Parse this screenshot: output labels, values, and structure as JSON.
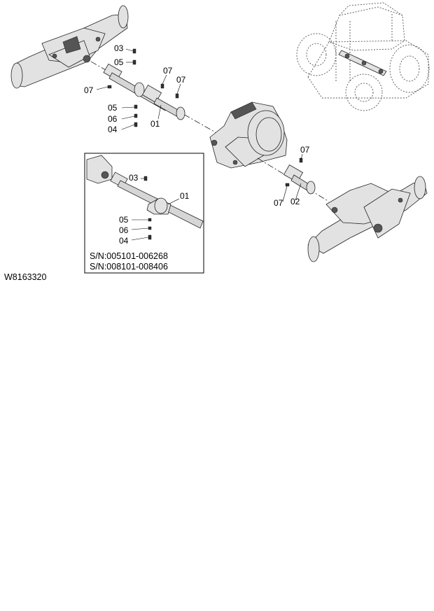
{
  "labels": {
    "top_03": "03",
    "top_05": "05",
    "top_07_left": "07",
    "top_07_a": "07",
    "top_07_b": "07",
    "top_05_low": "05",
    "top_06": "06",
    "top_04": "04",
    "top_01": "01",
    "rear_07_top": "07",
    "rear_07_low": "07",
    "rear_02": "02",
    "inset_03": "03",
    "inset_01": "01",
    "inset_05": "05",
    "inset_06": "06",
    "inset_04": "04"
  },
  "serial_ranges": [
    "S/N:005101-006268",
    "S/N:008101-008406"
  ],
  "figure_code": "W8163320"
}
